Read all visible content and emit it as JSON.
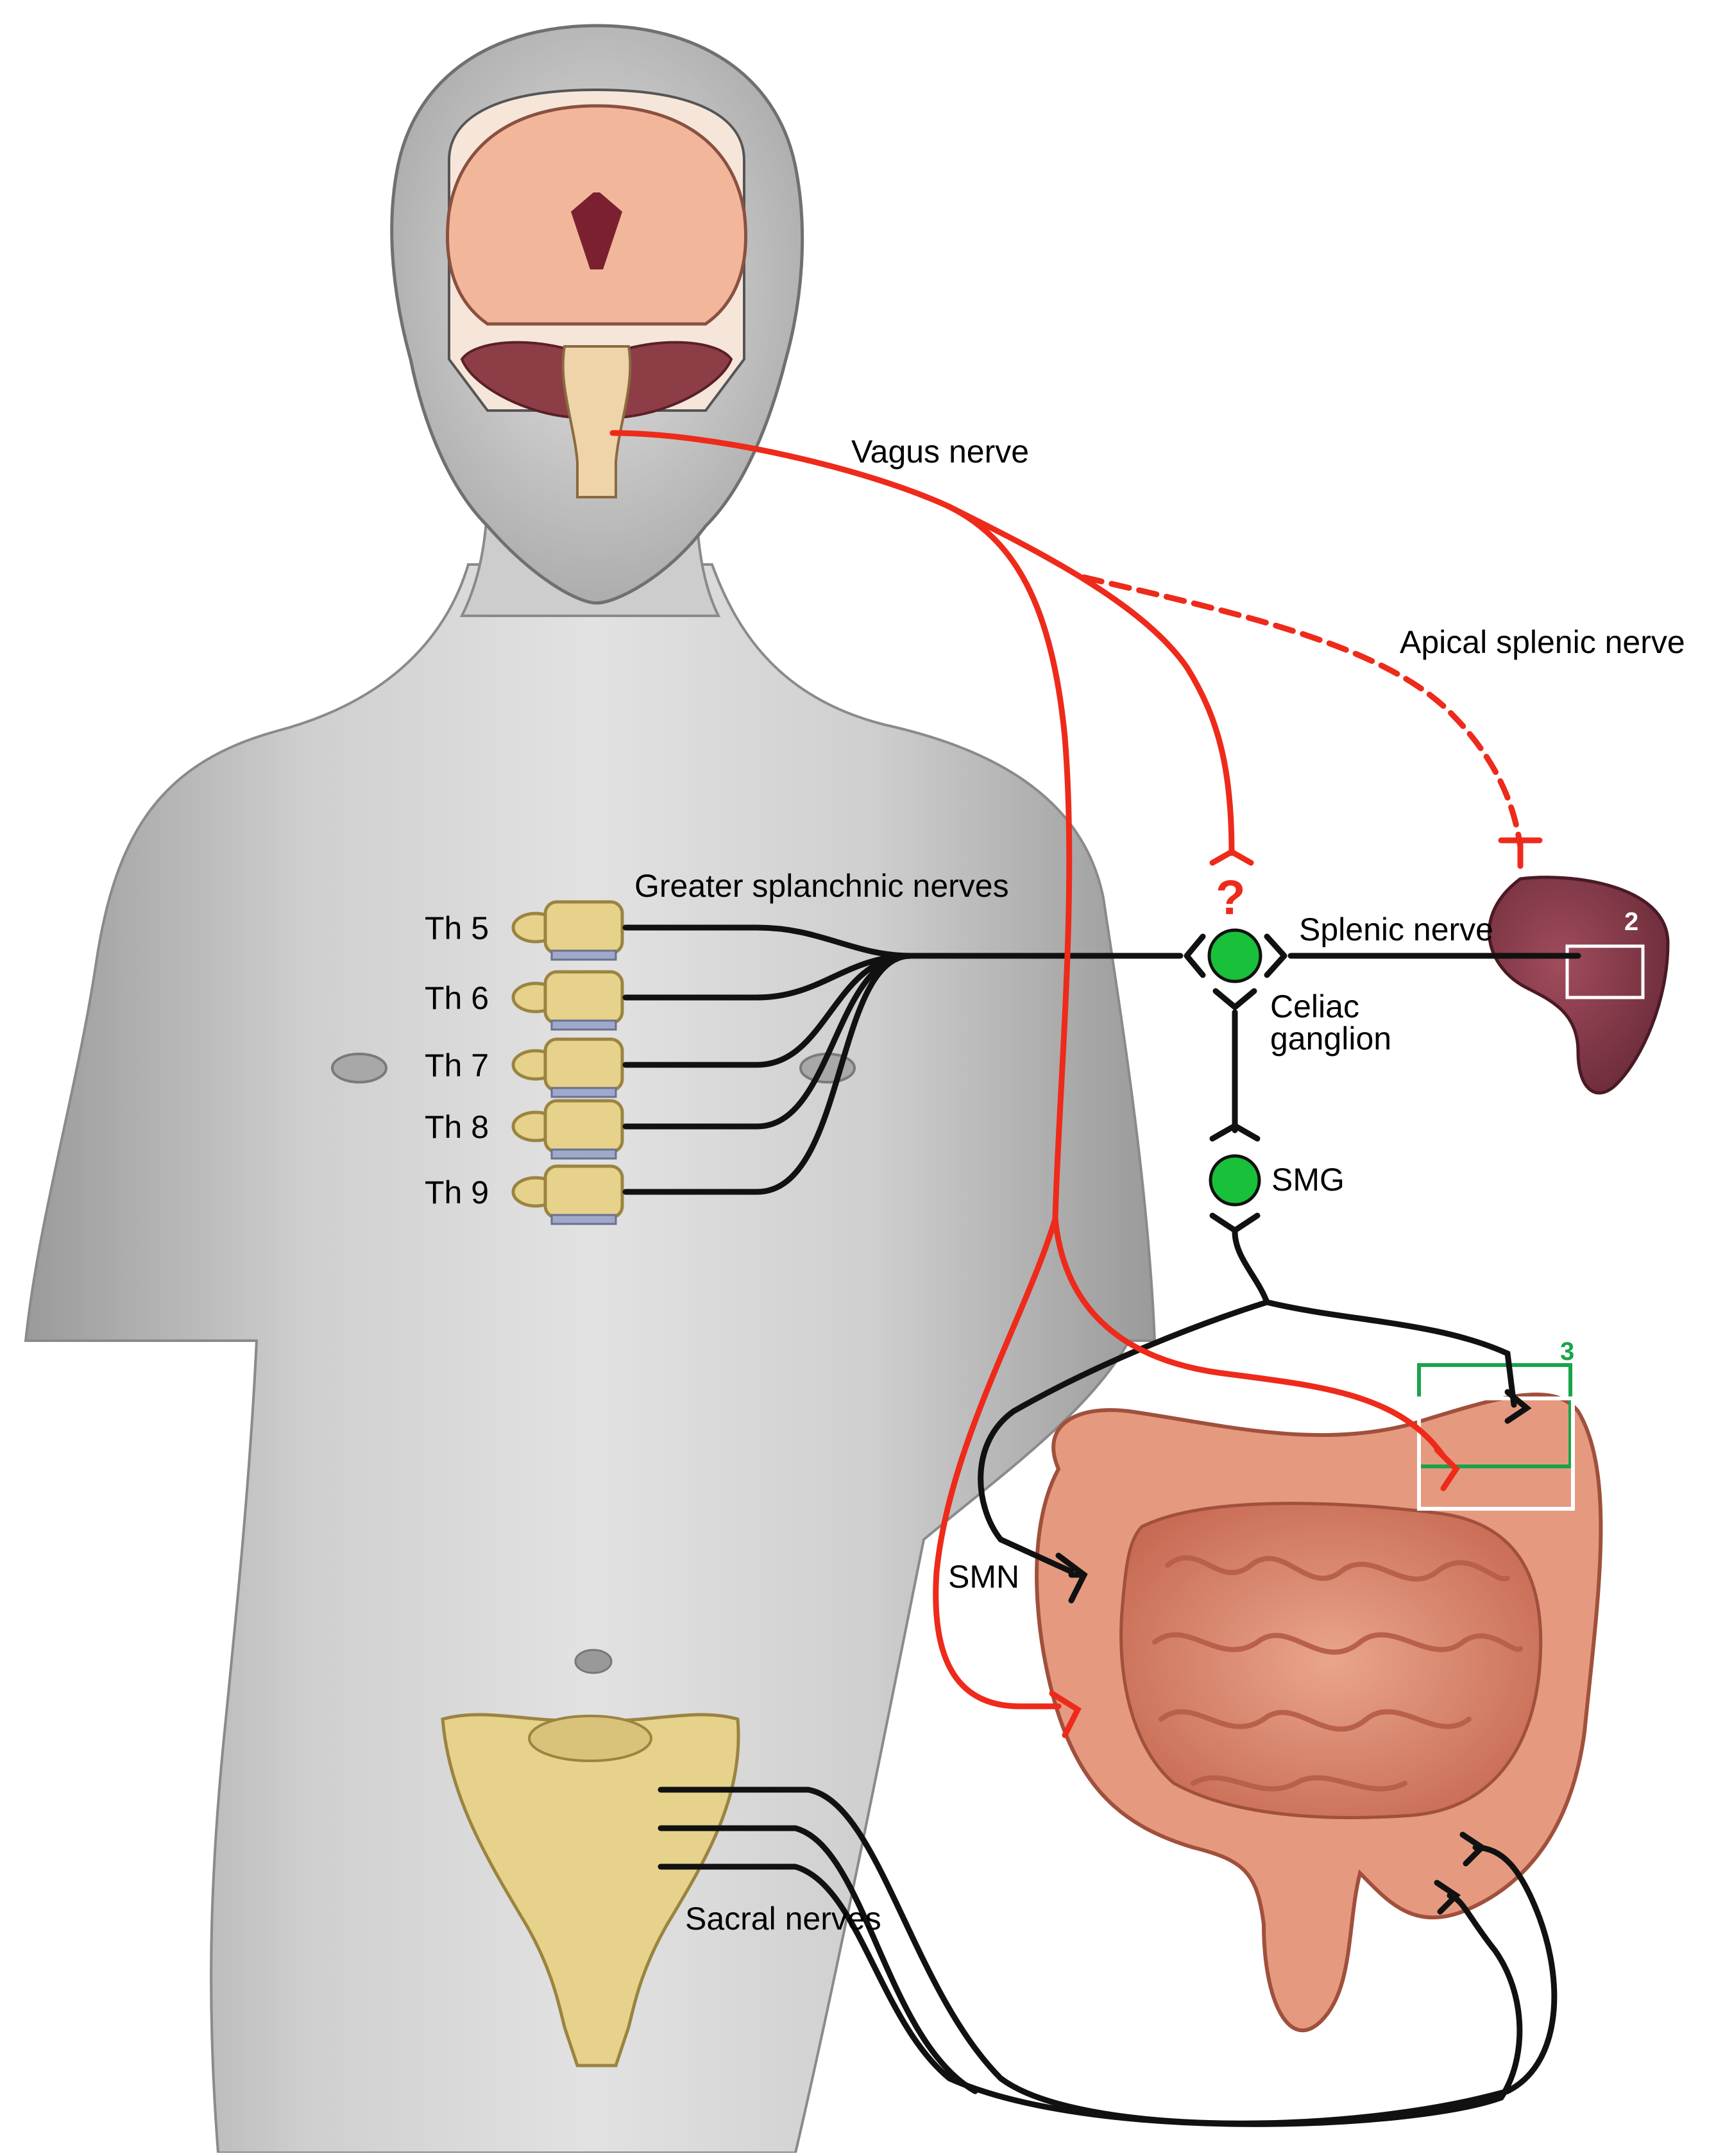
{
  "labels": {
    "vagus_nerve": "Vagus nerve",
    "apical_splenic_nerve": "Apical splenic nerve",
    "greater_splanchnic_nerves": "Greater splanchnic nerves",
    "splenic_nerve": "Splenic nerve",
    "celiac_line1": "Celiac",
    "celiac_line2": "ganglion",
    "smg": "SMG",
    "smn": "SMN",
    "sacral_nerves": "Sacral nerves",
    "question_mark": "?",
    "box_2": "2",
    "box_3": "3"
  },
  "vertebrae": [
    "Th 5",
    "Th 6",
    "Th 7",
    "Th 8",
    "Th 9"
  ],
  "colors": {
    "parasympathetic": "#ee2a1b",
    "sympathetic": "#111111",
    "ganglion": "#19c03a",
    "inset_box_2": "#ffffff",
    "inset_box_3": "#1aa44a",
    "body_skin": "#cfcfcf",
    "brain": "#f2b79a",
    "spleen": "#8a3a4a",
    "intestine": "#e08a72",
    "bone": "#e6d28a"
  },
  "icons": {
    "synapse": "y-shaped-synapse-terminal",
    "ganglion": "green-circle-ganglion"
  }
}
